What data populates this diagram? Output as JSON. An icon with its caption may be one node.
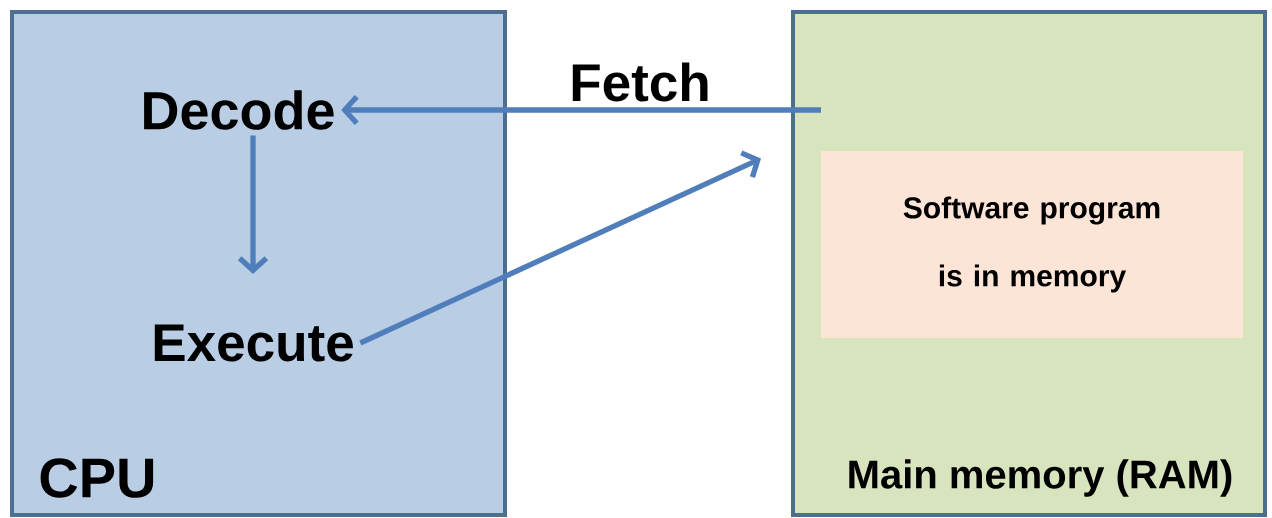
{
  "diagram": {
    "nodes": [
      {
        "text": [
          "CPU"
        ]
      },
      {
        "text": [
          "Decode"
        ],
        "in": 0
      },
      {
        "text": [
          "Execute"
        ],
        "in": 0
      },
      {
        "text": [
          "Main memory (RAM)"
        ]
      },
      {
        "text": [
          "Software program is in memory"
        ],
        "in": 3
      }
    ],
    "edges": [
      {
        "from": 3,
        "to": 1,
        "arrow": "to",
        "label": "Fetch"
      },
      {
        "from": 1,
        "to": 2,
        "arrow": "to"
      },
      {
        "from": 2,
        "to": 3,
        "arrow": "to"
      }
    ]
  }
}
